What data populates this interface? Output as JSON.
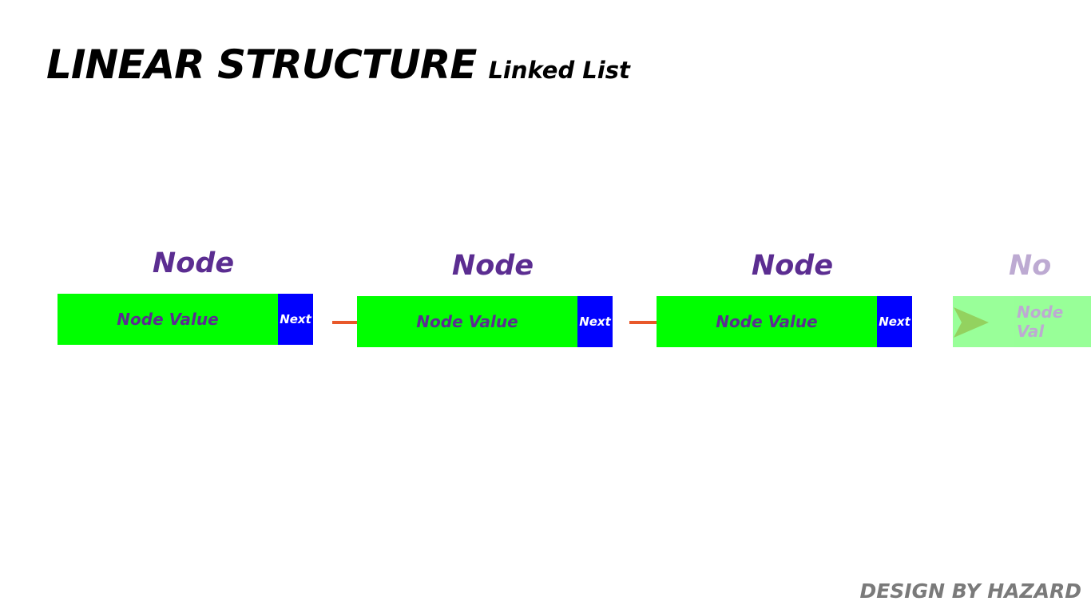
{
  "title": {
    "main": "LINEAR STRUCTURE",
    "subtitle": "Linked List"
  },
  "nodes": [
    {
      "label": "Node",
      "value": "Node Value",
      "next": "Next"
    },
    {
      "label": "Node",
      "value": "Node Value",
      "next": "Next"
    },
    {
      "label": "Node",
      "value": "Node Value",
      "next": "Next"
    },
    {
      "label": "No",
      "value": "Node Val"
    }
  ],
  "colors": {
    "node_value_bg": "#00ff00",
    "next_bg": "#0000ff",
    "label_text": "#5b2d91",
    "arrow": "#e8582a",
    "credit_text": "#7a7a7a"
  },
  "credit": "DESIGN BY HAZARD"
}
